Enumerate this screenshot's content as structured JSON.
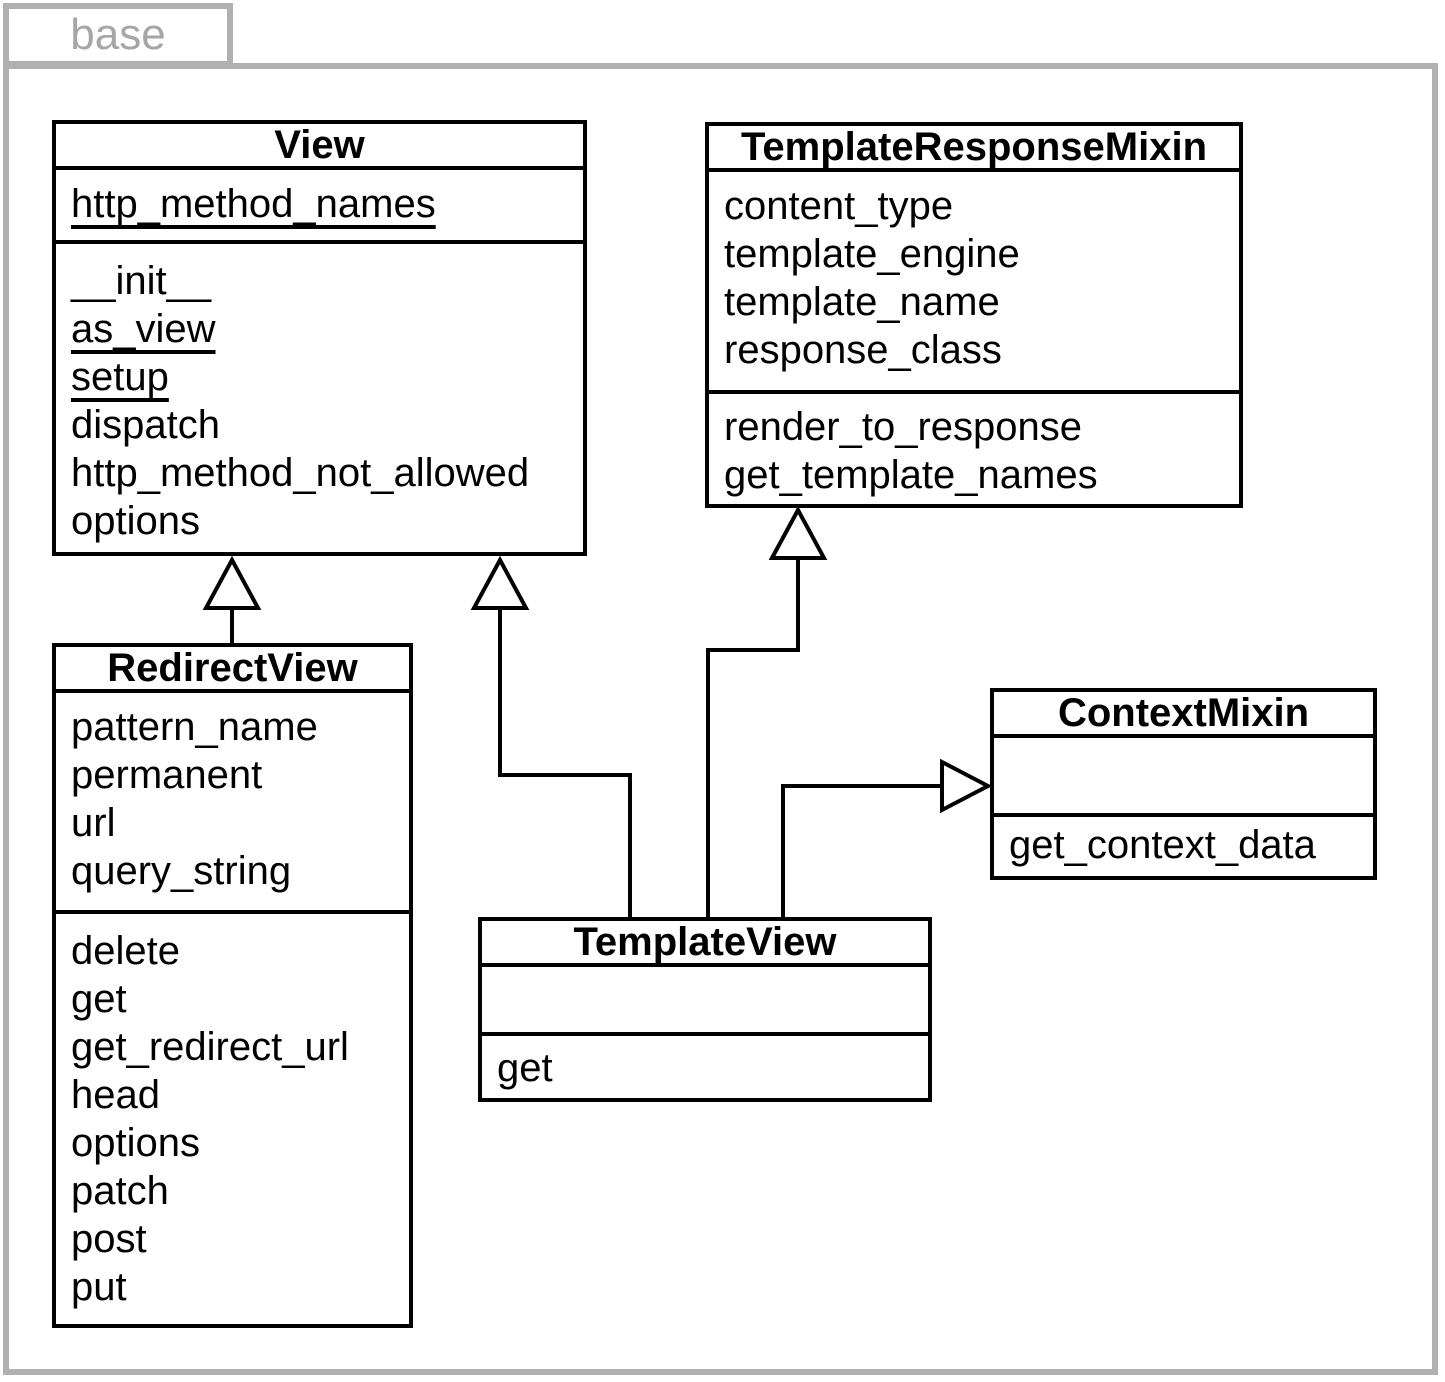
{
  "package": {
    "name": "base"
  },
  "diagram": {
    "type": "uml-class-diagram",
    "classes": [
      {
        "name": "View",
        "attributes": [
          {
            "label": "http_method_names",
            "static": true
          }
        ],
        "methods": [
          {
            "label": "__init__",
            "static": false
          },
          {
            "label": "as_view",
            "static": true
          },
          {
            "label": "setup",
            "static": true
          },
          {
            "label": "dispatch",
            "static": false
          },
          {
            "label": "http_method_not_allowed",
            "static": false
          },
          {
            "label": "options",
            "static": false
          }
        ]
      },
      {
        "name": "TemplateResponseMixin",
        "attributes": [
          {
            "label": "content_type",
            "static": false
          },
          {
            "label": "template_engine",
            "static": false
          },
          {
            "label": "template_name",
            "static": false
          },
          {
            "label": "response_class",
            "static": false
          }
        ],
        "methods": [
          {
            "label": "render_to_response",
            "static": false
          },
          {
            "label": "get_template_names",
            "static": false
          }
        ]
      },
      {
        "name": "RedirectView",
        "attributes": [
          {
            "label": "pattern_name",
            "static": false
          },
          {
            "label": "permanent",
            "static": false
          },
          {
            "label": "url",
            "static": false
          },
          {
            "label": "query_string",
            "static": false
          }
        ],
        "methods": [
          {
            "label": "delete",
            "static": false
          },
          {
            "label": "get",
            "static": false
          },
          {
            "label": "get_redirect_url",
            "static": false
          },
          {
            "label": "head",
            "static": false
          },
          {
            "label": "options",
            "static": false
          },
          {
            "label": "patch",
            "static": false
          },
          {
            "label": "post",
            "static": false
          },
          {
            "label": "put",
            "static": false
          }
        ]
      },
      {
        "name": "ContextMixin",
        "attributes": [],
        "methods": [
          {
            "label": "get_context_data",
            "static": false
          }
        ]
      },
      {
        "name": "TemplateView",
        "attributes": [],
        "methods": [
          {
            "label": "get",
            "static": false
          }
        ]
      }
    ],
    "relationships": [
      {
        "type": "inheritance",
        "child": "RedirectView",
        "parent": "View"
      },
      {
        "type": "inheritance",
        "child": "TemplateView",
        "parent": "View"
      },
      {
        "type": "inheritance",
        "child": "TemplateView",
        "parent": "TemplateResponseMixin"
      },
      {
        "type": "inheritance",
        "child": "TemplateView",
        "parent": "ContextMixin"
      }
    ]
  },
  "colors": {
    "line": "#000000",
    "frame": "#b0b0b0",
    "tab_text": "#a6a6a6",
    "background": "#ffffff"
  }
}
